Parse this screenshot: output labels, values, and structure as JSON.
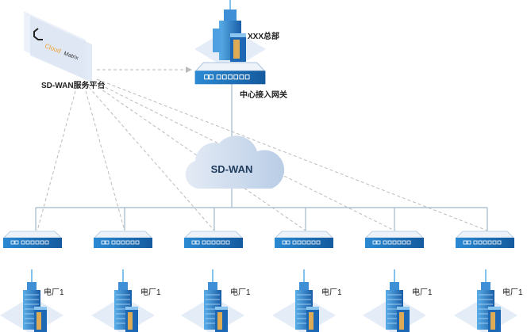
{
  "platform": {
    "label": "SD-WAN服务平台",
    "logo_text": "Cloud Matrix"
  },
  "hq": {
    "label": "XXX总部",
    "gateway_label": "中心接入网关"
  },
  "cloud": {
    "label": "SD-WAN"
  },
  "branches": [
    {
      "label": "电厂1"
    },
    {
      "label": "电厂1"
    },
    {
      "label": "电厂1"
    },
    {
      "label": "电厂1"
    },
    {
      "label": "电厂1"
    },
    {
      "label": "电厂1"
    }
  ],
  "colors": {
    "device": "#1e6fb8",
    "link": "#9fb7cc",
    "dashed": "#bbbbbb",
    "cloud": "#c9d7ea"
  }
}
